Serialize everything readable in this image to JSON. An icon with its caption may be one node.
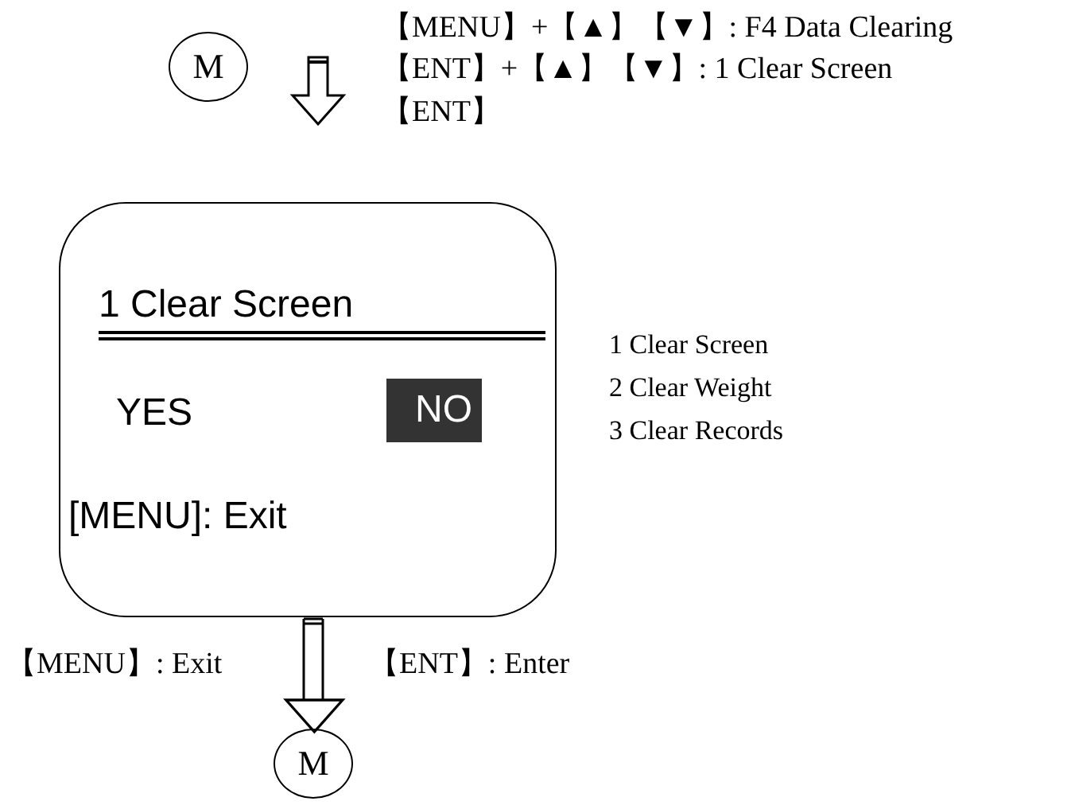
{
  "diagram": {
    "nodes": [
      {
        "text": [
          "M"
        ]
      },
      {
        "text": [
          "1 Clear Screen",
          "YES",
          "NO",
          "[MENU]: Exit"
        ]
      },
      {
        "text": [
          "M"
        ]
      }
    ],
    "edges": [
      {
        "from": 1,
        "to": 2,
        "arrow": "to"
      }
    ],
    "labels": [
      "【MENU】+【▲】【▼】: F4 Data Clearing",
      "【ENT】+【▲】【▼】: 1 Clear Screen",
      "【ENT】",
      "1 Clear Screen",
      "2 Clear Weight",
      "3 Clear Records",
      "【MENU】: Exit",
      "【ENT】: Enter"
    ]
  }
}
